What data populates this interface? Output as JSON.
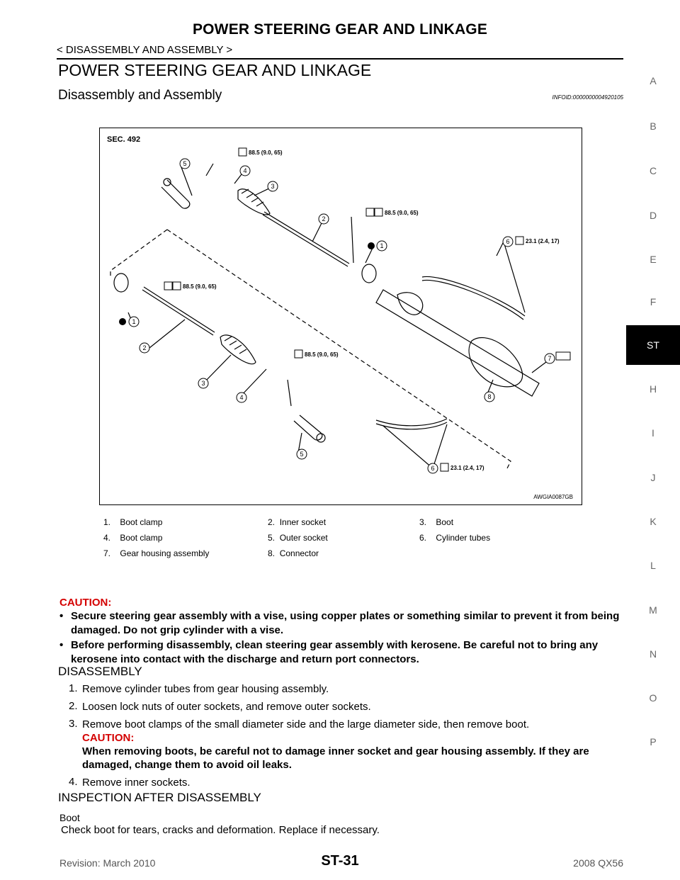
{
  "header": {
    "title": "POWER STEERING GEAR AND LINKAGE",
    "subtitle": "< DISASSEMBLY AND ASSEMBLY >"
  },
  "section": {
    "title": "POWER STEERING GEAR AND LINKAGE",
    "subtitle": "Disassembly and Assembly",
    "info_id": "INFOID:0000000004920105"
  },
  "sidebar": {
    "items": [
      "A",
      "B",
      "C",
      "D",
      "E",
      "F",
      "ST",
      "H",
      "I",
      "J",
      "K",
      "L",
      "M",
      "N",
      "O",
      "P"
    ],
    "active": "ST"
  },
  "figure": {
    "section": "SEC. 492",
    "code": "AWGIA0087GB",
    "torque_88": "88.5 (9.0, 65)",
    "torque_23": "23.1 (2.4, 17)",
    "callouts": [
      "1",
      "2",
      "3",
      "4",
      "5",
      "6",
      "7",
      "8"
    ]
  },
  "legend": [
    [
      "1.",
      "Boot clamp"
    ],
    [
      "2.",
      "Inner socket"
    ],
    [
      "3.",
      "Boot"
    ],
    [
      "4.",
      "Boot clamp"
    ],
    [
      "5.",
      "Outer socket"
    ],
    [
      "6.",
      "Cylinder tubes"
    ],
    [
      "7.",
      "Gear housing assembly"
    ],
    [
      "8.",
      "Connector"
    ]
  ],
  "caution": {
    "title": "CAUTION:",
    "items": [
      "Secure steering gear assembly with a vise, using copper plates or something similar to prevent it from being damaged. Do not grip cylinder with a vise.",
      "Before performing disassembly, clean steering gear assembly with kerosene. Be careful not to bring any kerosene into contact with the discharge and return port connectors."
    ]
  },
  "disassembly": {
    "title": "DISASSEMBLY",
    "steps": [
      {
        "num": "1.",
        "text": "Remove cylinder tubes from gear housing assembly."
      },
      {
        "num": "2.",
        "text": "Loosen lock nuts of outer sockets, and remove outer sockets."
      },
      {
        "num": "3.",
        "text": "Remove boot clamps of the small diameter side and the large diameter side, then remove boot.",
        "caution_title": "CAUTION:",
        "caution_text": "When removing boots, be careful not to damage inner socket and gear housing assembly. If they are damaged, change them to avoid oil leaks."
      },
      {
        "num": "4.",
        "text": "Remove inner sockets."
      }
    ]
  },
  "inspection": {
    "title": "INSPECTION AFTER DISASSEMBLY",
    "boot_title": "Boot",
    "boot_text": "Check boot for tears, cracks and deformation. Replace if necessary."
  },
  "footer": {
    "revision": "Revision: March 2010",
    "page": "ST-31",
    "model": "2008 QX56"
  }
}
